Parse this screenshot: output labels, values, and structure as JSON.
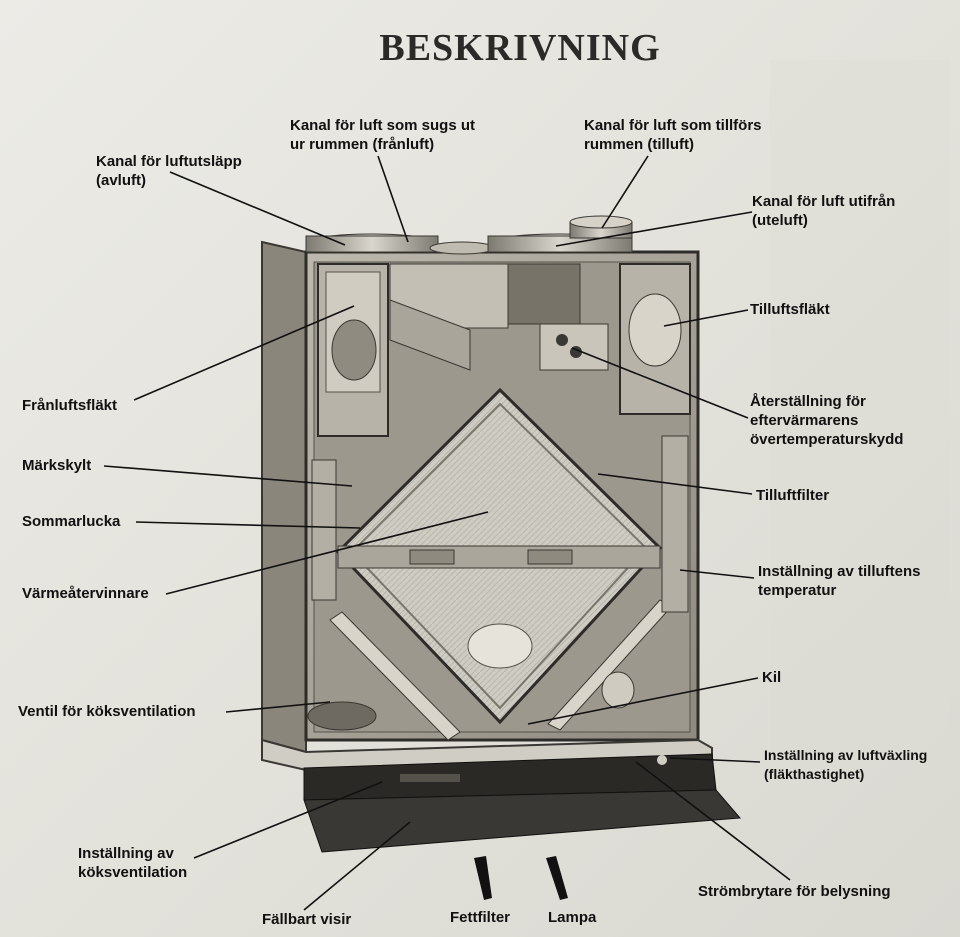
{
  "page": {
    "title": "BESKRIVNING"
  },
  "labels": {
    "avluft": [
      "Kanal för luftutsläpp",
      "(avluft)"
    ],
    "franluft": [
      "Kanal för luft som sugs ut",
      "ur rummen (frånluft)"
    ],
    "tilluft": [
      "Kanal för luft som tillförs",
      "rummen (tilluft)"
    ],
    "uteluft": [
      "Kanal för luft utifrån",
      "(uteluft)"
    ],
    "tilluftsflakt": [
      "Tilluftsfläkt"
    ],
    "franluftsflakt": [
      "Frånluftsfläkt"
    ],
    "aterstallning": [
      "Återställning för",
      "eftervärmarens",
      "övertemperaturskydd"
    ],
    "markskylt": [
      "Märkskylt"
    ],
    "sommarlucka": [
      "Sommarlucka"
    ],
    "tilluftfilter": [
      "Tilluftfilter"
    ],
    "varmeatervinnare": [
      "Värmeåtervinnare"
    ],
    "tilluftens_temperatur": [
      "Inställning av tilluftens",
      "temperatur"
    ],
    "kil": [
      "Kil"
    ],
    "koksventil": [
      "Ventil för köksventilation"
    ],
    "luftvaxling": [
      "Inställning av luftväxling",
      "(fläkthastighet)"
    ],
    "koksventilation": [
      "Inställning av",
      "köksventilation"
    ],
    "strombrytare": [
      "Strömbrytare för belysning"
    ],
    "visir": [
      "Fällbart visir"
    ],
    "fettfilter": [
      "Fettfilter"
    ],
    "lampa": [
      "Lampa"
    ]
  },
  "colors": {
    "paper": "#e4e3dd",
    "cabinet_metal": "#a9a59b",
    "exchanger": "#c9c6bd",
    "dark": "#2a2825",
    "ink": "#111111"
  }
}
